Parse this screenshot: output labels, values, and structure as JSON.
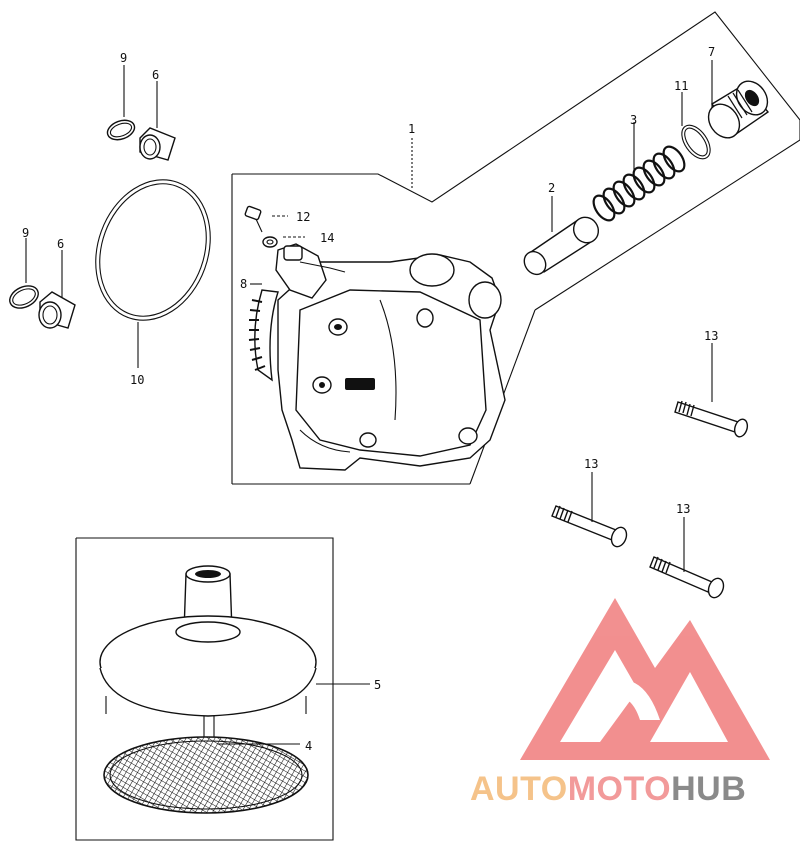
{
  "callouts": {
    "c1": "1",
    "c2": "2",
    "c3": "3",
    "c4": "4",
    "c5": "5",
    "c6a": "6",
    "c6b": "6",
    "c7": "7",
    "c8": "8",
    "c9a": "9",
    "c9b": "9",
    "c10": "10",
    "c11": "11",
    "c12": "12",
    "c13a": "13",
    "c13b": "13",
    "c13c": "13",
    "c14": "14"
  },
  "watermark": {
    "part1": "AUTO",
    "part2": "MOTO",
    "part3": "HUB",
    "color1": "#f5c38a",
    "color2": "#f29a9a",
    "color3": "#8a8a8a",
    "logo_color": "#f07c7c"
  }
}
